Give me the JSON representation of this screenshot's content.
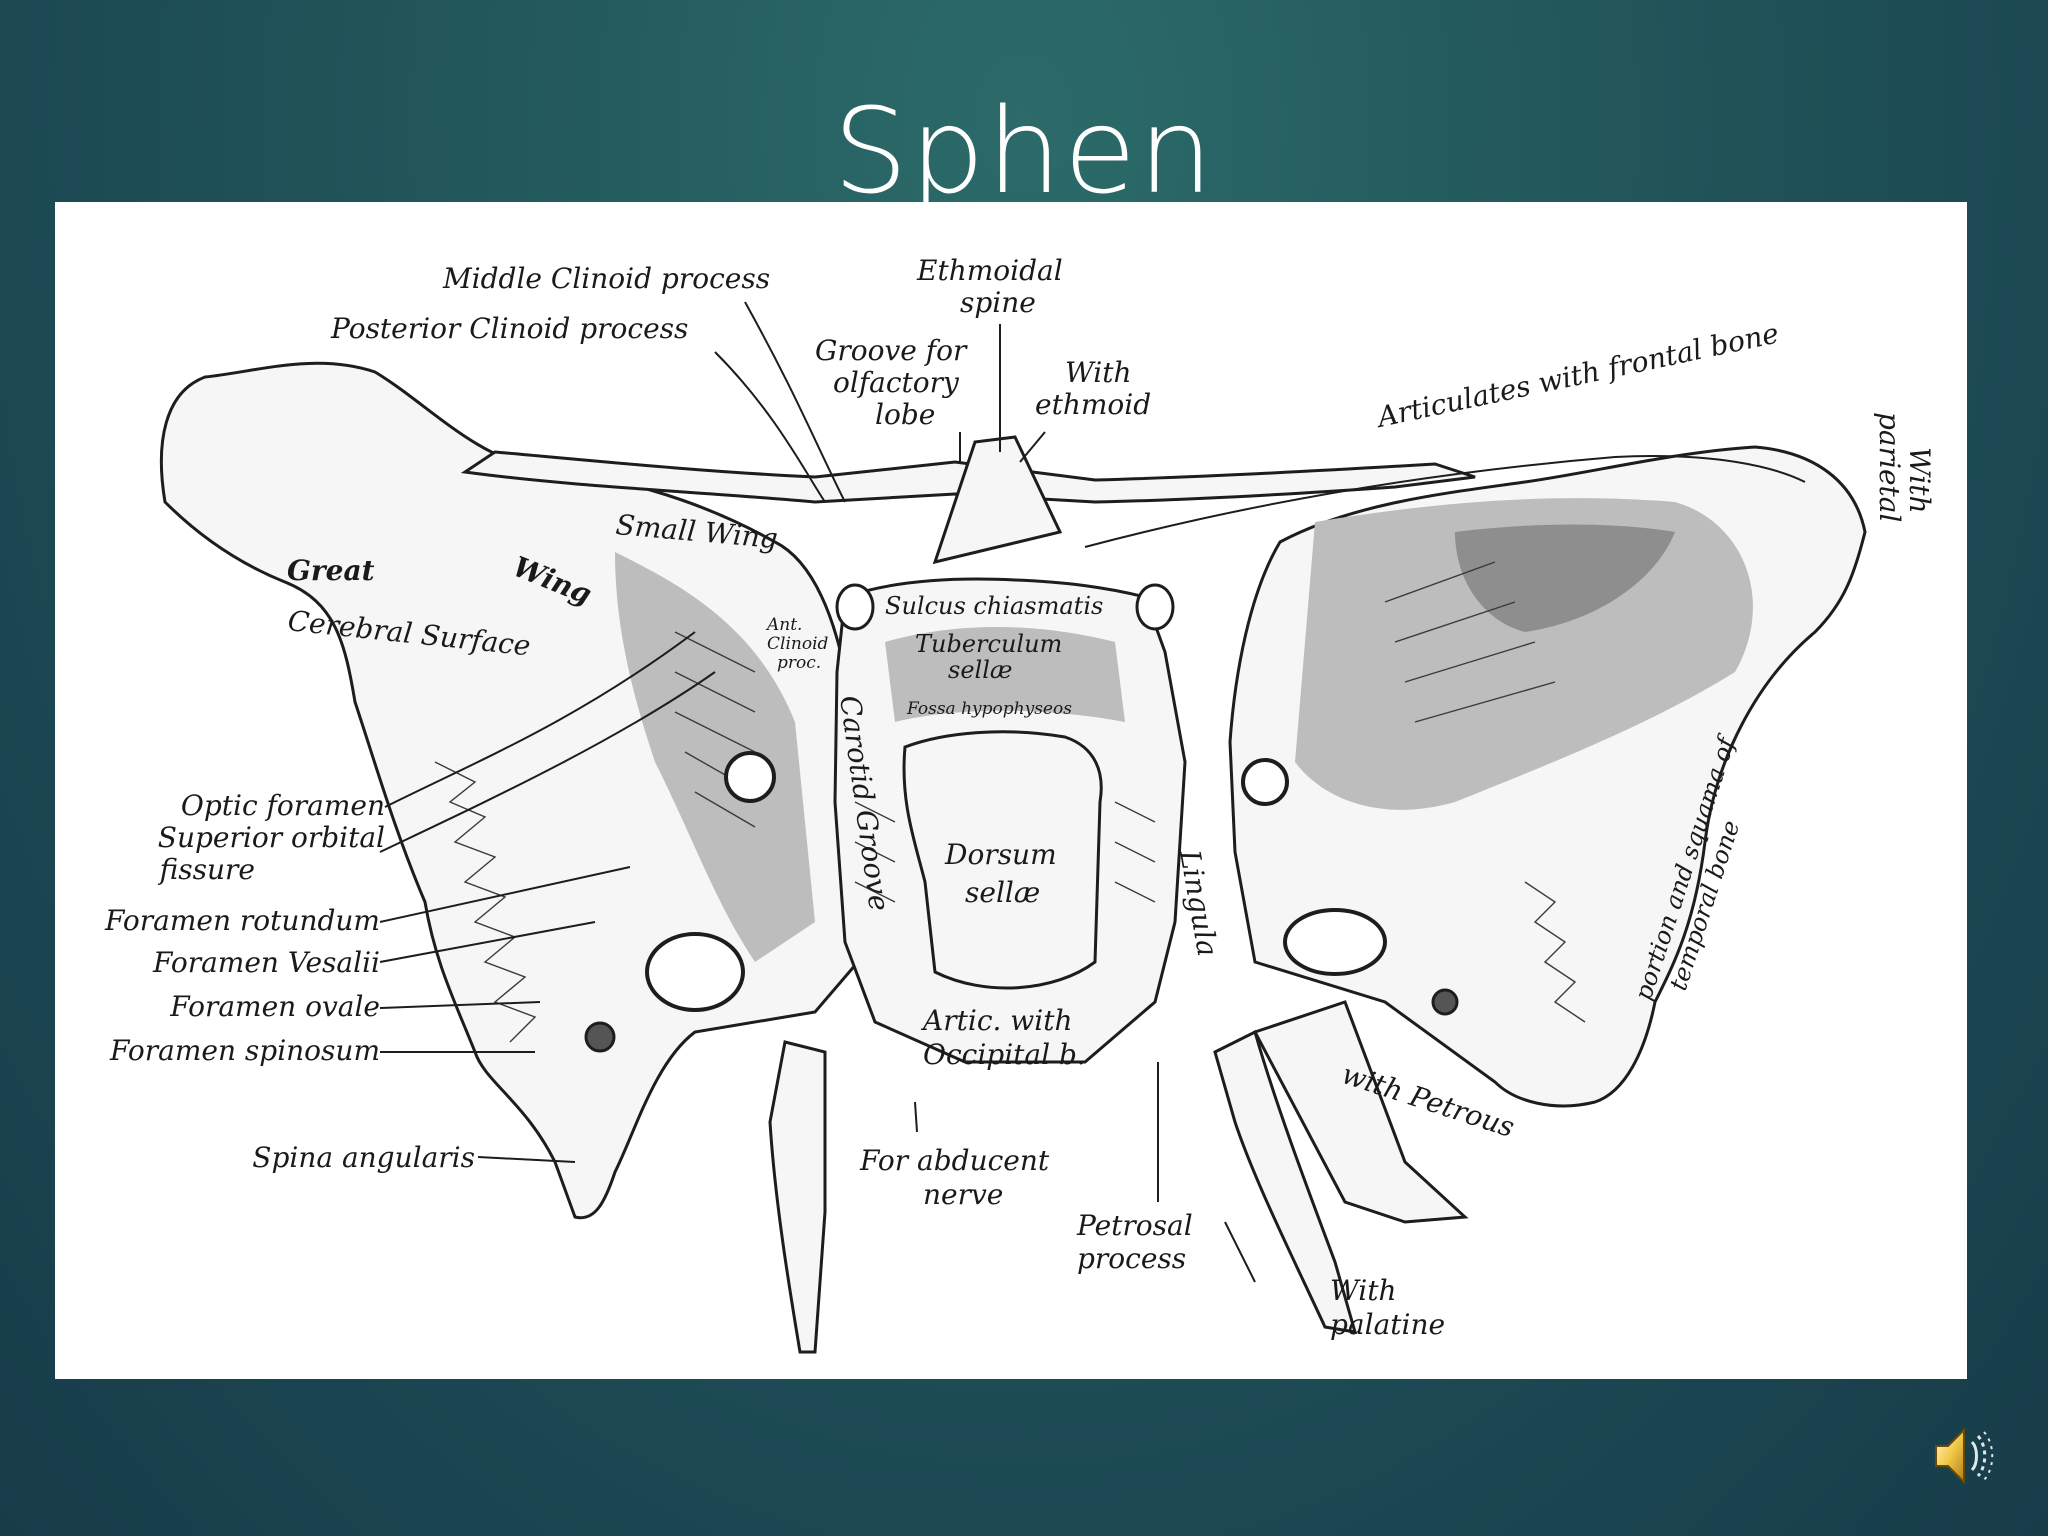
{
  "slide": {
    "title": "Sphen"
  },
  "diagram": {
    "labels": {
      "middle_clinoid": "Middle Clinoid process",
      "posterior_clinoid": "Posterior Clinoid process",
      "ethmoidal_spine_1": "Ethmoidal",
      "ethmoidal_spine_2": "spine",
      "groove_olfactory_1": "Groove for",
      "groove_olfactory_2": "olfactory",
      "groove_olfactory_3": "lobe",
      "with_ethmoid_1": "With",
      "with_ethmoid_2": "ethmoid",
      "articulates_frontal": "Articulates with frontal bone",
      "with_parietal_1": "With",
      "with_parietal_2": "parietal",
      "small_wing": "Small Wing",
      "great_wing_1": "Great",
      "great_wing_2": "Wing",
      "cerebral_surface": "Cerebral Surface",
      "sulcus_chiasmatis": "Sulcus chiasmatis",
      "tuberculum_1": "Tuberculum",
      "tuberculum_2": "sellæ",
      "fossa_hypophyseos": "Fossa hypophyseos",
      "ant_clinoid_1": "Ant.",
      "ant_clinoid_2": "Clinoid",
      "ant_clinoid_3": "proc.",
      "carotid_groove": "Carotid Groove",
      "dorsum_1": "Dorsum",
      "dorsum_2": "sellæ",
      "lingula": "Lingula",
      "optic_foramen": "Optic foramen",
      "superior_orbital_1": "Superior orbital",
      "superior_orbital_2": "fissure",
      "foramen_rotundum": "Foramen rotundum",
      "foramen_vesalii": "Foramen Vesalii",
      "foramen_ovale": "Foramen ovale",
      "foramen_spinosum": "Foramen spinosum",
      "spina_angularis": "Spina angularis",
      "artic_occipital_1": "Artic. with",
      "artic_occipital_2": "Occipital b.",
      "for_abducent_1": "For abducent",
      "for_abducent_2": "nerve",
      "petrosal_1": "Petrosal",
      "petrosal_2": "process",
      "with_palatine_1": "With",
      "with_palatine_2": "palatine",
      "with_petrous": "with Petrous",
      "temporal_1": "portion and squama of",
      "temporal_2": "temporal bone"
    }
  },
  "controls": {
    "audio_icon": "speaker-icon"
  }
}
